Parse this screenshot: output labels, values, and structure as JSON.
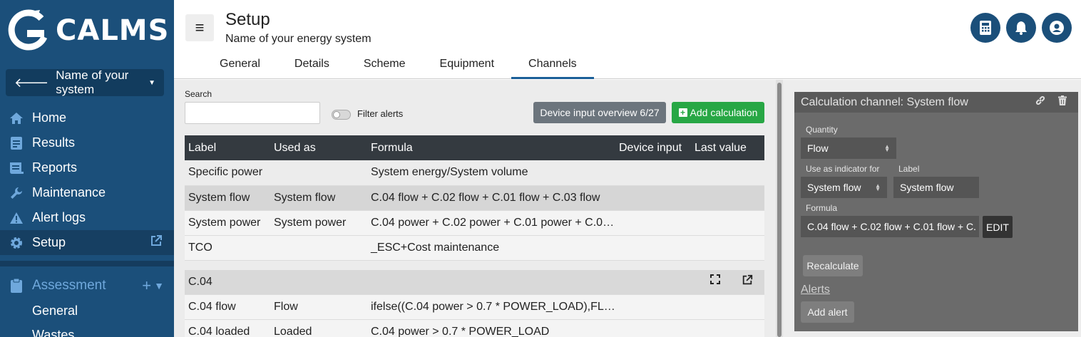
{
  "brand": {
    "name": "CALMS"
  },
  "sidebar": {
    "system_selector": "Name of your system",
    "items": [
      {
        "label": "Home",
        "icon": "home-icon"
      },
      {
        "label": "Results",
        "icon": "results-icon"
      },
      {
        "label": "Reports",
        "icon": "reports-icon"
      },
      {
        "label": "Maintenance",
        "icon": "wrench-icon"
      },
      {
        "label": "Alert logs",
        "icon": "warning-icon"
      },
      {
        "label": "Setup",
        "icon": "gear-icon"
      }
    ],
    "section": {
      "label": "Assessment"
    },
    "sub_items": [
      "General",
      "Wastes"
    ]
  },
  "header": {
    "title": "Setup",
    "subtitle": "Name of your energy system",
    "tabs": [
      "General",
      "Details",
      "Scheme",
      "Equipment",
      "Channels"
    ],
    "active_tab": "Channels"
  },
  "toolbar": {
    "search_label": "Search",
    "search_value": "",
    "filter_label": "Filter alerts",
    "device_overview": "Device input overview 6/27",
    "add_calculation": "Add calculation"
  },
  "table": {
    "headers": [
      "Label",
      "Used as",
      "Formula",
      "Device input",
      "Last value"
    ],
    "rows": [
      {
        "label": "Specific power",
        "used_as": "",
        "formula": "System energy/System volume"
      },
      {
        "label": "System flow",
        "used_as": "System flow",
        "formula": "C.04 flow + C.02 flow + C.01 flow + C.03 flow"
      },
      {
        "label": "System power",
        "used_as": "System power",
        "formula": "C.04 power + C.02 power + C.01 power + C.0…"
      },
      {
        "label": "TCO",
        "used_as": "",
        "formula": "_ESC+Cost maintenance"
      }
    ],
    "group": {
      "label": "C.04"
    },
    "group_rows": [
      {
        "label": "C.04 flow",
        "used_as": "Flow",
        "formula": "ifelse((C.04 power > 0.7 * POWER_LOAD),FL…"
      },
      {
        "label": "C.04 loaded",
        "used_as": "Loaded",
        "formula": "C.04 power > 0.7 * POWER_LOAD"
      }
    ]
  },
  "calc_panel": {
    "title": "Calculation channel: System flow",
    "quantity_label": "Quantity",
    "quantity_value": "Flow",
    "indicator_label": "Use as indicator for",
    "indicator_value": "System flow",
    "label_label": "Label",
    "label_value": "System flow",
    "formula_label": "Formula",
    "formula_value": "C.04 flow + C.02 flow + C.01 flow + C.",
    "edit_button": "EDIT",
    "recalculate_button": "Recalculate",
    "alerts_link": "Alerts",
    "add_alert_button": "Add alert"
  },
  "colors": {
    "sidebar_bg": "#1b4f7a",
    "table_header_bg": "#343a40",
    "add_button_bg": "#28a745",
    "device_button_bg": "#6c757d",
    "accent_link": "#6fa8dc"
  }
}
